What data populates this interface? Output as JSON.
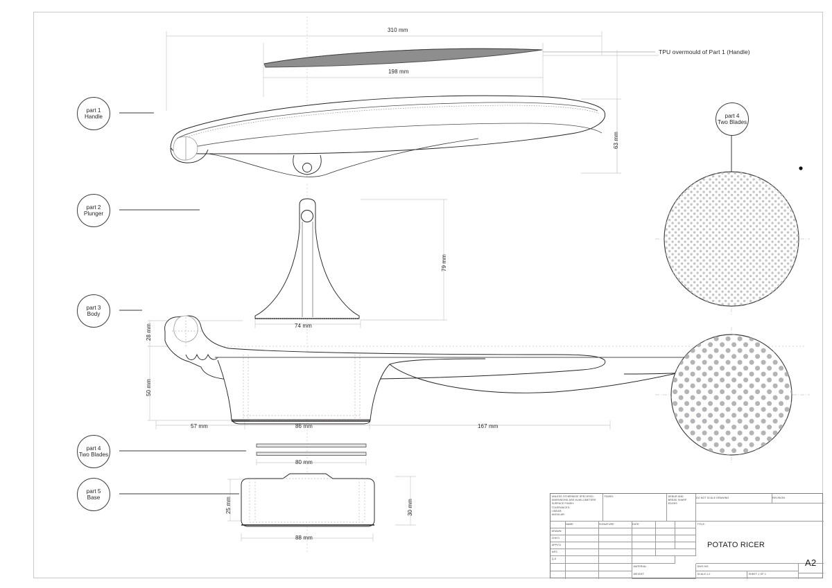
{
  "drawing": {
    "title": "POTATO RICER",
    "sheet_size": "A2",
    "note_overmould": "TPU overmould of Part 1 (Handle)"
  },
  "parts": [
    {
      "number": "part 1",
      "name": "Handle"
    },
    {
      "number": "part 2",
      "name": "Plunger"
    },
    {
      "number": "part 3",
      "name": "Body"
    },
    {
      "number": "part 4",
      "name": "Two Blades"
    },
    {
      "number": "part 5",
      "name": "Base"
    },
    {
      "number": "part 4",
      "name": "Two Blades"
    }
  ],
  "dimensions": {
    "handle_overall": "310 mm",
    "handle_grip": "198 mm",
    "handle_height": "63 mm",
    "plunger_height": "79 mm",
    "plunger_width": "74 mm",
    "body_upper": "28 mm",
    "body_lower": "50 mm",
    "body_front": "57 mm",
    "body_mid": "86 mm",
    "body_tail": "167 mm",
    "blade_width": "80 mm",
    "base_height_left": "25 mm",
    "base_height_right": "30 mm",
    "base_width": "88 mm"
  },
  "title_block": {
    "notes": "UNLESS OTHERWISE SPECIFIED:\nDIMENSIONS ARE IN MILLIMETERS\nSURFACE FINISH:\nTOLERANCES:\n   LINEAR:\n   ANGULAR:",
    "finish": "FINISH:",
    "deburr": "DEBUR AND\nBREAK SHARP\nEDGES",
    "do_not_scale": "DO NOT SCALE DRAWING",
    "revision": "REVISION",
    "col_name": "NAME",
    "col_signature": "SIGNATURE",
    "col_date": "DATE",
    "rows": [
      "DRAWN",
      "CHK'D",
      "APPV'D",
      "MFG",
      "Q.A"
    ],
    "material": "MATERIAL:",
    "weight": "WEIGHT:",
    "title_label": "TITLE:",
    "dwg_no": "DWG NO.",
    "scale": "SCALE:1:2",
    "sheet": "SHEET 1 OF 1"
  },
  "colors": {
    "line": "#231f20",
    "thin": "#bdbdc0",
    "overmould_fill": "#8e8e8e",
    "hole_fine": "#c4c4c6",
    "hole_coarse": "#b4b4b6"
  }
}
